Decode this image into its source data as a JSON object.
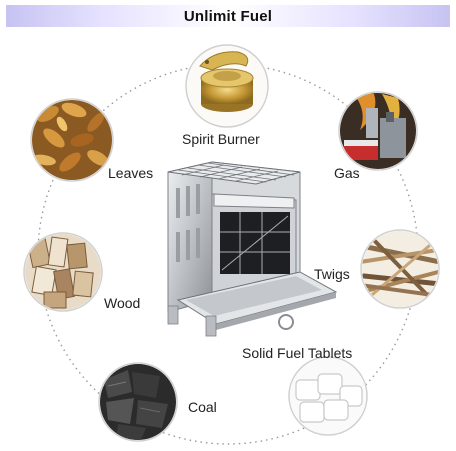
{
  "banner": {
    "title": "Unlimit Fuel"
  },
  "fuels": [
    {
      "label": "Spirit Burner",
      "icon": "spirit-burner-icon"
    },
    {
      "label": "Gas",
      "icon": "gas-canister-icon"
    },
    {
      "label": "Twigs",
      "icon": "twigs-icon"
    },
    {
      "label": "Solid Fuel Tablets",
      "icon": "solid-fuel-tablets-icon"
    },
    {
      "label": "Coal",
      "icon": "coal-icon"
    },
    {
      "label": "Wood",
      "icon": "wood-icon"
    },
    {
      "label": "Leaves",
      "icon": "leaves-icon"
    }
  ],
  "product": {
    "icon": "folding-stove-icon"
  },
  "colors": {
    "banner": "#c7c3f2",
    "circle_border": "#d6d6d6",
    "dotted_ring": "#9a9a9a",
    "steel": "#c9ccd1"
  }
}
